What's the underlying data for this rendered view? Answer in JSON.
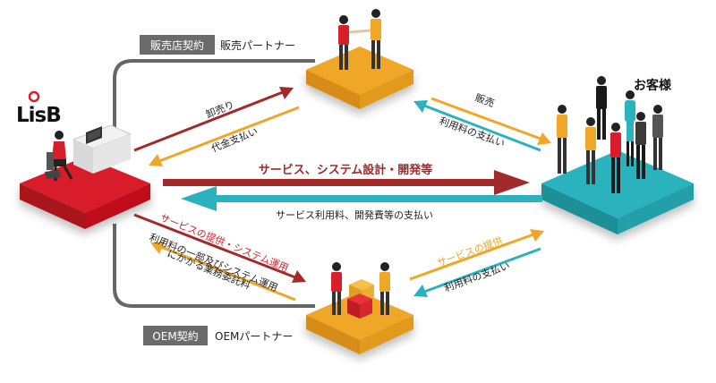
{
  "logo_text": "LisB",
  "reseller": {
    "badge": "販売店契約",
    "title": "販売パートナー"
  },
  "oem": {
    "badge": "OEM契約",
    "title": "OEMパートナー"
  },
  "customers": {
    "title": "お客様"
  },
  "flows": {
    "wholesale": "卸売り",
    "agency_payment": "代金支払い",
    "sales": "販売",
    "usage_fee_payment_top": "利用料の支払い",
    "services_dev": "サービス、システム設計・開発等",
    "usage_dev_fee_payment": "サービス利用料、開発費等の支払い",
    "service_provision_ops": "サービスの提供・システム運用",
    "partial_fee_line1": "利用料の一部及びシステム運用",
    "partial_fee_line2": "にかかる業務委託料",
    "service_provision": "サービスの提供",
    "usage_fee_payment_bottom": "利用料の支払い"
  },
  "colors": {
    "red": "#d81e2a",
    "darkred": "#a32a2a",
    "orange": "#f0a626",
    "teal": "#2ab3bd",
    "connector": "#666666",
    "badge": "#6b6b6b"
  }
}
